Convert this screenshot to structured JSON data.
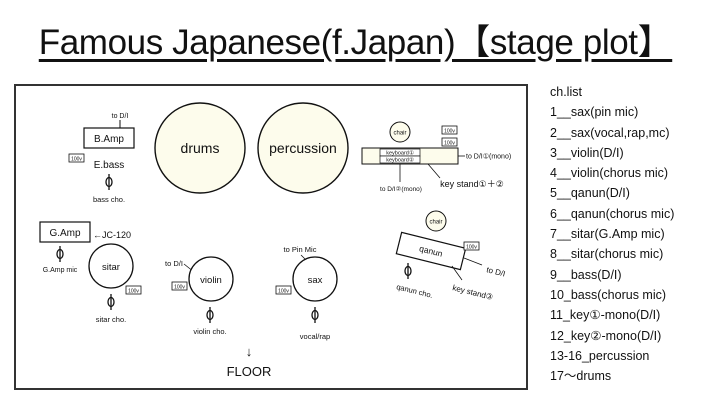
{
  "title": "Famous Japanese(f.Japan)【stage plot】",
  "stage": {
    "bamp": {
      "label": "B.Amp",
      "to": "to D/I"
    },
    "ebass": "E.bass",
    "bass_cho": "bass cho.",
    "drums": "drums",
    "percussion": "percussion",
    "chair1": "chair",
    "badge_100v": "100v",
    "keyboard1": "keyboard①",
    "keyboard2": "keyboard②",
    "to_di_1": "to D/I①(mono)",
    "to_di_2": "to D/I②(mono)",
    "key_stand_12": "key stand①＋②",
    "gamp": {
      "label": "G.Amp",
      "arrow": "←JC-120",
      "mic": "G.Amp mic"
    },
    "sitar": "sitar",
    "sitar_cho": "sitar cho.",
    "violin": {
      "to": "to D/I",
      "label": "violin",
      "cho": "violin cho."
    },
    "sax": {
      "to": "to Pin Mic",
      "label": "sax",
      "mic": "vocal/rap"
    },
    "chair2": "chair",
    "qanun": {
      "label": "qanun",
      "to": "to D/I",
      "cho": "qanun cho.",
      "stand": "key stand③"
    },
    "floor_arrow": "↓",
    "floor": "FLOOR"
  },
  "channel_list": {
    "header": "ch.list",
    "items": [
      "1__sax(pin mic)",
      "2__sax(vocal,rap,mc)",
      "3__violin(D/I)",
      "4__violin(chorus mic)",
      "5__qanun(D/I)",
      "6__qanun(chorus mic)",
      "7__sitar(G.Amp mic)",
      "8__sitar(chorus mic)",
      "9__bass(D/I)",
      "10_bass(chorus mic)",
      "11_key①-mono(D/I)",
      "12_key②-mono(D/I)",
      "13-16_percussion",
      "17～drums"
    ]
  }
}
